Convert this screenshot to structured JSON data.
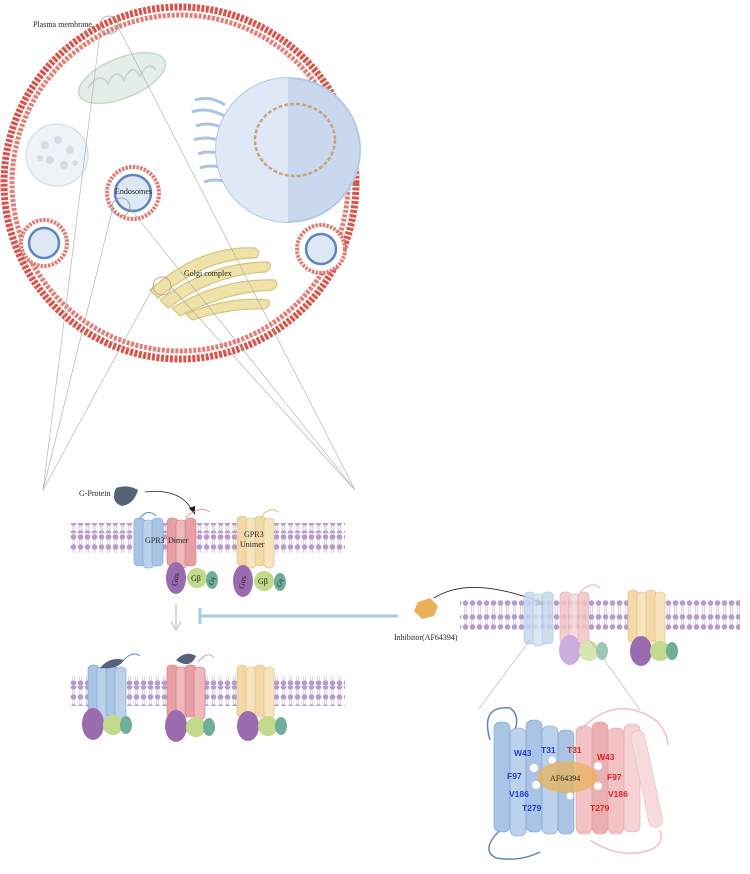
{
  "labels": {
    "plasma_membrane": "Plasma membrane",
    "endosomes": "Endosomes",
    "golgi_complex": "Golgi complex",
    "g_protein": "G-Protein",
    "gpr3_dimer_line1": "GPR3",
    "gpr3_dimer_line2": "Dimer",
    "gpr3_unimer_line1": "GPR3",
    "gpr3_unimer_line2": "Unimer",
    "g_alpha_s": "Gαs",
    "g_beta": "Gβ",
    "g_gamma": "Gγ",
    "g_alpha_s_2": "Gαs",
    "g_beta_2": "Gβ",
    "g_gamma_2": "Gγ",
    "inhibitor": "Inhibitor(AF64394)",
    "ligand": "AF64394"
  },
  "residues_left": [
    "W43",
    "T31",
    "F97",
    "V186",
    "T279"
  ],
  "residues_right": [
    "T31",
    "W43",
    "F97",
    "V186",
    "T279"
  ],
  "colors": {
    "membrane_red": "#d9534a",
    "lipid_purple": "#b79ad0",
    "receptor_blue": "#a9c4e4",
    "receptor_red": "#e8a0a4",
    "receptor_orange": "#f3d9a8",
    "g_alpha": "#9b6bb0",
    "g_beta": "#c3d98b",
    "g_gamma": "#6fae98",
    "inhibitor_arrow": "#a8cde0",
    "ligand": "#e9b25a",
    "residue_blue": "#1f3fd0",
    "residue_red": "#e02020"
  }
}
